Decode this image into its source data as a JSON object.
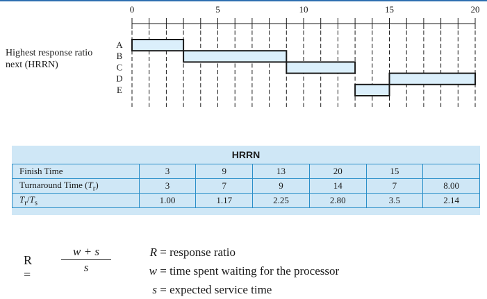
{
  "scheduler_label": "Highest response ratio next (HRRN)",
  "gantt": {
    "axis_ticks": [
      0,
      5,
      10,
      15,
      20
    ],
    "axis_min": 0,
    "axis_max": 20,
    "process_labels": [
      "A",
      "B",
      "C",
      "D",
      "E"
    ],
    "segments": [
      {
        "process": "A",
        "start": 0,
        "end": 3
      },
      {
        "process": "B",
        "start": 3,
        "end": 9
      },
      {
        "process": "C",
        "start": 9,
        "end": 13
      },
      {
        "process": "E",
        "start": 13,
        "end": 15
      },
      {
        "process": "D",
        "start": 15,
        "end": 20
      }
    ],
    "fill_color": "#dbeffb"
  },
  "table": {
    "title": "HRRN",
    "rows": [
      {
        "label": "Finish Time",
        "values": [
          "3",
          "9",
          "13",
          "20",
          "15",
          ""
        ]
      },
      {
        "label": "Turnaround Time (Tr)",
        "label_base": "Turnaround Time (",
        "label_var": "T",
        "label_sub": "r",
        "label_end": ")",
        "values": [
          "3",
          "7",
          "9",
          "14",
          "7",
          "8.00"
        ]
      },
      {
        "label": "Tr/Ts",
        "values": [
          "1.00",
          "1.17",
          "2.25",
          "2.80",
          "3.5",
          "2.14"
        ]
      }
    ],
    "background_color": "#cfe7f6",
    "border_color": "#2b8fc9"
  },
  "formula": {
    "lhs": "R =",
    "numerator": "w + s",
    "denominator": "s"
  },
  "legend": [
    {
      "var": "R",
      "text": "= response ratio"
    },
    {
      "var": "w",
      "text": "= time spent waiting for the processor"
    },
    {
      "var": "s",
      "text": "= expected service time"
    }
  ]
}
